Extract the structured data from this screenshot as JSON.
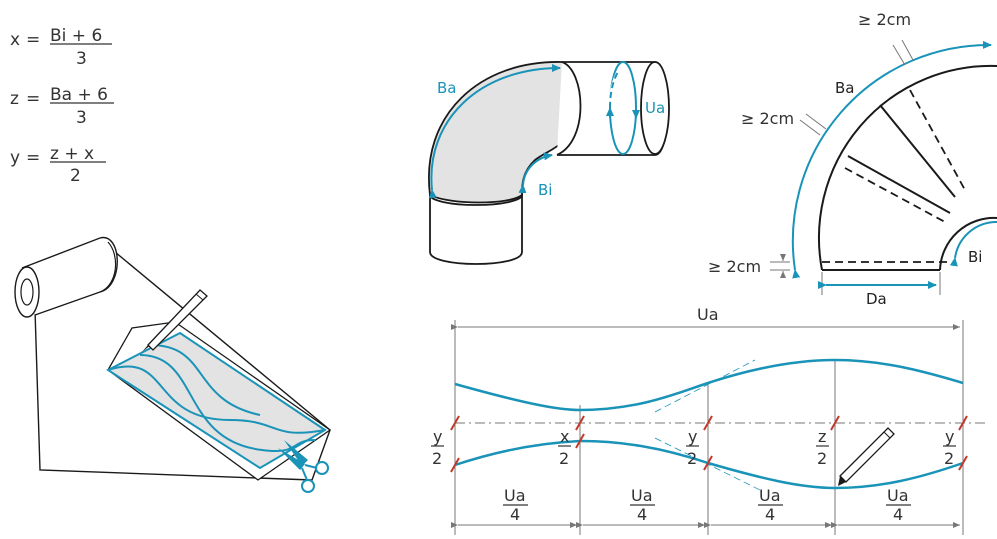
{
  "formulas": [
    {
      "var": "x",
      "num": "Bi + 6",
      "den": "3"
    },
    {
      "var": "z",
      "num": "Ba + 6",
      "den": "3"
    },
    {
      "var": "y",
      "num": "z + x",
      "den": "2"
    }
  ],
  "elbow": {
    "outer": "Ba",
    "inner": "Bi",
    "circ": "Ua"
  },
  "arc": {
    "outer": "Ba",
    "inner": "Bi",
    "width": "Da",
    "gap": "≥ 2cm"
  },
  "pattern": {
    "top": "Ua",
    "left": {
      "n": "y",
      "d": "2"
    },
    "m1": {
      "n": "x",
      "d": "2"
    },
    "m2": {
      "n": "y",
      "d": "2"
    },
    "m3": {
      "n": "z",
      "d": "2"
    },
    "right": {
      "n": "y",
      "d": "2"
    },
    "quarter": {
      "n": "Ua",
      "d": "4"
    }
  },
  "colors": {
    "accent": "#1a93b8",
    "ink": "#1a1a1a",
    "fill": "#e3e3e3",
    "marker": "#c0392b"
  }
}
